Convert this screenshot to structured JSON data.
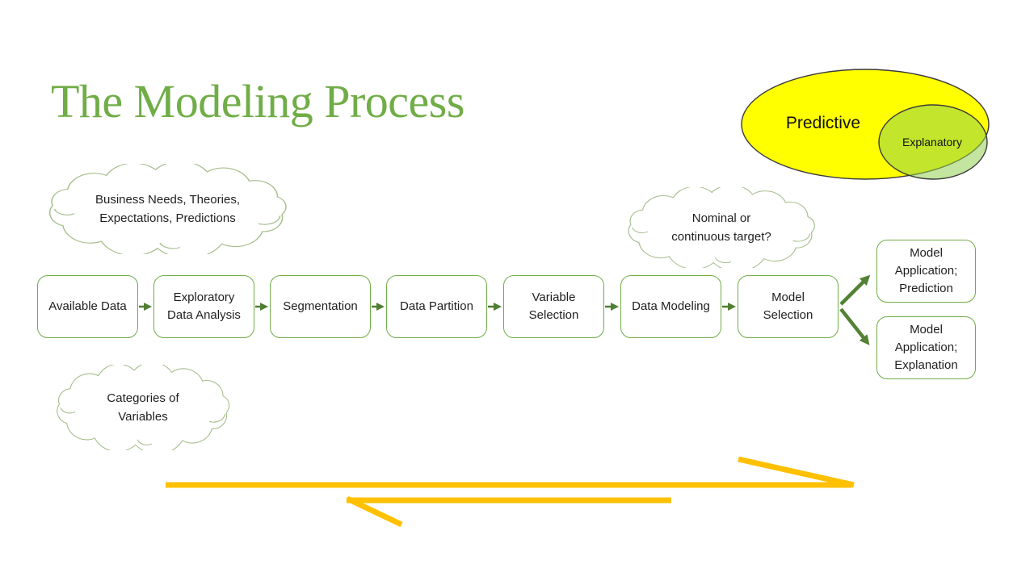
{
  "title": "The Modeling Process",
  "venn": {
    "predictive_label": "Predictive",
    "explanatory_label": "Explanatory"
  },
  "clouds": {
    "business": {
      "line1": "Business Needs, Theories,",
      "line2": "Expectations, Predictions"
    },
    "target": {
      "line1": "Nominal or",
      "line2": "continuous target?"
    },
    "categories": {
      "line1": "Categories of",
      "line2": "Variables"
    }
  },
  "flow": {
    "steps": [
      "Available Data",
      "Exploratory Data Analysis",
      "Segmentation",
      "Data Partition",
      "Variable Selection",
      "Data Modeling",
      "Model Selection"
    ],
    "outputs": [
      "Model Application; Prediction",
      "Model Application; Explanation"
    ]
  },
  "colors": {
    "title_green": "#70AD47",
    "box_border_green": "#70AD47",
    "connector_green": "#507E32",
    "branch_green": "#538135",
    "cloud_outline_green": "#A6BE8C",
    "feedback_orange": "#FFC000",
    "venn_yellow": "#FFFF00",
    "venn_overlay_green": "#92D050",
    "text": "#262626"
  }
}
